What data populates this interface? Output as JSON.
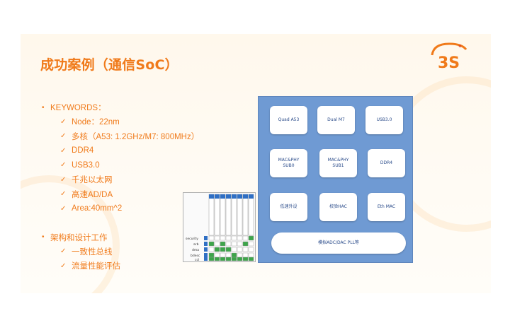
{
  "slide": {
    "title": "成功案例（通信SoC）",
    "logo_text": "3S",
    "colors": {
      "accent": "#f07a1a",
      "soc_bg": "#6f9ad3",
      "block_text": "#2a4b8a"
    }
  },
  "keywords": {
    "heading": "KEYWORDS：",
    "items": [
      "Node：22nm",
      "多核（A53: 1.2GHz/M7: 800MHz）",
      "DDR4",
      "USB3.0",
      "千兆以太网",
      "高速AD/DA",
      "Area:40mm^2"
    ]
  },
  "design": {
    "heading": "架构和设计工作",
    "items": [
      "一致性总线",
      "流量性能评估"
    ]
  },
  "soc_blocks": [
    "Quad A53",
    "Dual M7",
    "USB3.0",
    "MAC&PHY\nSUB0",
    "MAC&PHY\nSUB1",
    "DDR4",
    "低速外设",
    "校验HAC",
    "Eth MAC",
    "模拟ADC/DAC PLL等"
  ],
  "matrix": {
    "row_labels": [
      "security",
      "arb",
      "dma",
      "bdesc",
      "ccl"
    ]
  }
}
